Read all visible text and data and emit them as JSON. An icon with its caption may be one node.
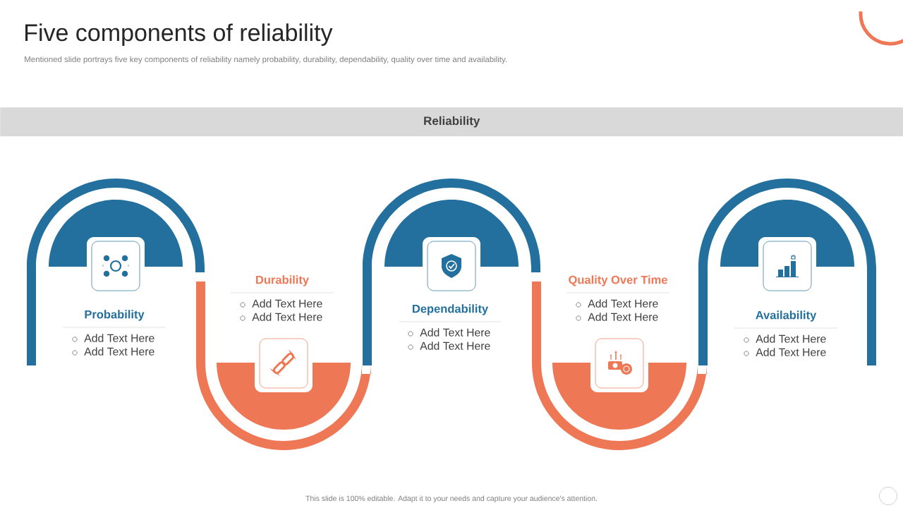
{
  "diagram": {
    "title": "Five components of reliability",
    "nodes": [
      {
        "text": [
          "Reliability"
        ]
      },
      {
        "text": [
          "Probability",
          "Add Text Here",
          "Add Text Here"
        ]
      },
      {
        "text": [
          "Durability",
          "Add Text Here",
          "Add Text Here"
        ]
      },
      {
        "text": [
          "Dependability",
          "Add Text Here",
          "Add Text Here"
        ]
      },
      {
        "text": [
          "Quality Over Time",
          "Add Text Here",
          "Add Text Here"
        ]
      },
      {
        "text": [
          "Availability",
          "Add Text Here",
          "Add Text Here"
        ]
      }
    ],
    "labels": [
      "Mentioned slide portrays five  key components of reliability namely probability, durability, dependability, quality over time and availability.",
      "This slide is 100% editable.  Adapt it to your needs and capture your audience's attention."
    ]
  }
}
